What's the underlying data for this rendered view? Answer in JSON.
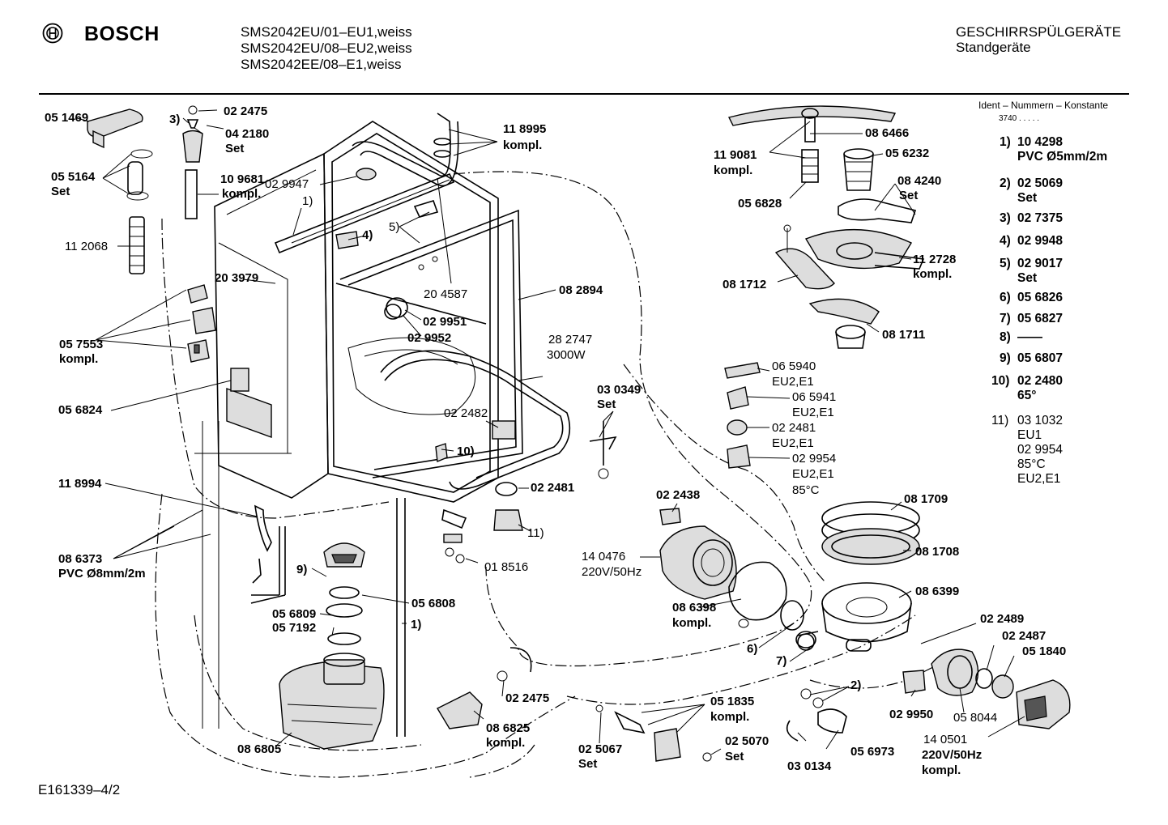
{
  "header": {
    "brand": "BOSCH",
    "models": [
      "SMS2042EU/01–EU1,weiss",
      "SMS2042EU/08–EU2,weiss",
      "SMS2042EE/08–E1,weiss"
    ],
    "category": "GESCHIRRSPÜLGERÄTE",
    "subcategory": "Standgeräte"
  },
  "ident": {
    "title": "Ident – Nummern – Konstante",
    "code": "3740  .  .  .  .  ."
  },
  "legend": [
    {
      "key": "1)",
      "lines": [
        "10 4298",
        "PVC Ø5mm/2m"
      ],
      "bold": true
    },
    {
      "key": "2)",
      "lines": [
        "02 5069",
        "Set"
      ],
      "bold": true
    },
    {
      "key": "3)",
      "lines": [
        "02 7375"
      ],
      "bold": true
    },
    {
      "key": "4)",
      "lines": [
        "02 9948"
      ],
      "bold": true
    },
    {
      "key": "5)",
      "lines": [
        "02 9017",
        "Set"
      ],
      "bold": true
    },
    {
      "key": "6)",
      "lines": [
        "05 6826"
      ],
      "bold": true
    },
    {
      "key": "7)",
      "lines": [
        "05 6827"
      ],
      "bold": true
    },
    {
      "key": "8)",
      "lines": [
        "——"
      ],
      "bold": true
    },
    {
      "key": "9)",
      "lines": [
        "05 6807"
      ],
      "bold": true
    },
    {
      "key": "10)",
      "lines": [
        "02 2480",
        "65°"
      ],
      "bold": true
    },
    {
      "key": "11)",
      "lines": [
        "03 1032",
        "EU1",
        "02 9954",
        "85°C",
        "EU2,E1"
      ],
      "bold": false
    }
  ],
  "labels": {
    "p051469": "05 1469",
    "p3": "3)",
    "p022475a": "02 2475",
    "p042180": "04 2180",
    "set_a": "Set",
    "p055164": "05 5164",
    "set_b": "Set",
    "p109681": "10 9681",
    "kompl_a": "kompl.",
    "p112068": "11 2068",
    "p029947": "02 9947",
    "p1a": "1)",
    "p118995": "11 8995",
    "kompl_b": "kompl.",
    "p4": "4)",
    "p5": "5)",
    "p203979": "20 3979",
    "p204587": "20 4587",
    "p082894": "08 2894",
    "p029951": "02 9951",
    "p029952": "02 9952",
    "p057553": "05 7553",
    "kompl_c": "kompl.",
    "p282747": "28 2747",
    "w3000": "3000W",
    "p056824": "05 6824",
    "p030349": "03 0349",
    "set_c": "Set",
    "p022482": "02 2482",
    "p10": "10)",
    "p118994": "11 8994",
    "p022481a": "02 2481",
    "p11": "11)",
    "p018516": "01 8516",
    "p086373": "08 6373",
    "pvc8": "PVC Ø8mm/2m",
    "p9": "9)",
    "p056809": "05 6809",
    "p056808": "05 6808",
    "p057192": "05 7192",
    "p1b": "1)",
    "p022475b": "02 2475",
    "p086825": "08 6825",
    "kompl_d": "kompl.",
    "p086805": "08 6805",
    "p051835": "05 1835",
    "kompl_e": "kompl.",
    "p025067": "02 5067",
    "set_d": "Set",
    "p025070": "02 5070",
    "set_e": "Set",
    "p030134": "03 0134",
    "p056973": "05 6973",
    "p029950": "02 9950",
    "p058044": "05 8044",
    "p140501": "14 0501",
    "v220b": "220V/50Hz",
    "kompl_f": "kompl.",
    "p2": "2)",
    "p022489": "02 2489",
    "p022487": "02 2487",
    "p051840": "05 1840",
    "p6": "6)",
    "p7": "7)",
    "p086398": "08 6398",
    "kompl_g": "kompl.",
    "p140476": "14 0476",
    "v220a": "220V/50Hz",
    "p022438": "02 2438",
    "p081709": "08 1709",
    "p081708": "08 1708",
    "p086399": "08 6399",
    "p065940": "06 5940",
    "eu_a": "EU2,E1",
    "p065941": "06 5941",
    "eu_b": "EU2,E1",
    "p022481b": "02 2481",
    "eu_c": "EU2,E1",
    "p029954": "02 9954",
    "eu_d": "EU2,E1",
    "c85": "85°C",
    "p086466": "08 6466",
    "p119081": "11 9081",
    "kompl_h": "kompl.",
    "p056232": "05 6232",
    "p084240": "08 4240",
    "set_f": "Set",
    "p056828": "05 6828",
    "p112728": "11 2728",
    "kompl_i": "kompl.",
    "p081712": "08 1712",
    "p081711": "08 1711"
  },
  "footer": {
    "doc_id": "E161339–4/2"
  }
}
